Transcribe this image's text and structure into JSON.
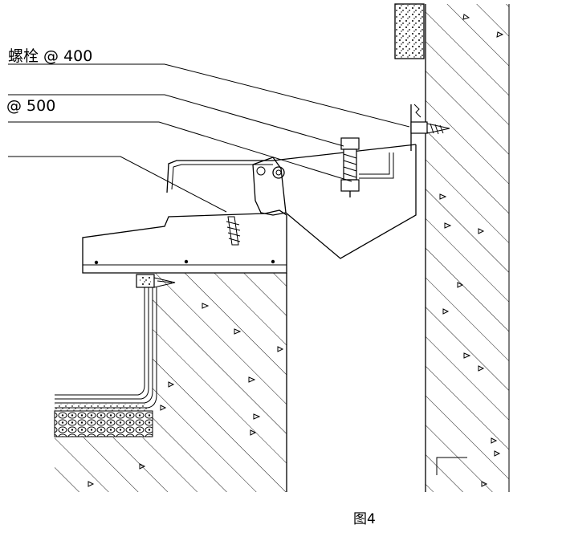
{
  "labels": {
    "bolt_spacing": "螺栓 @ 400",
    "spacing_500": "@ 500"
  },
  "caption": "图4"
}
